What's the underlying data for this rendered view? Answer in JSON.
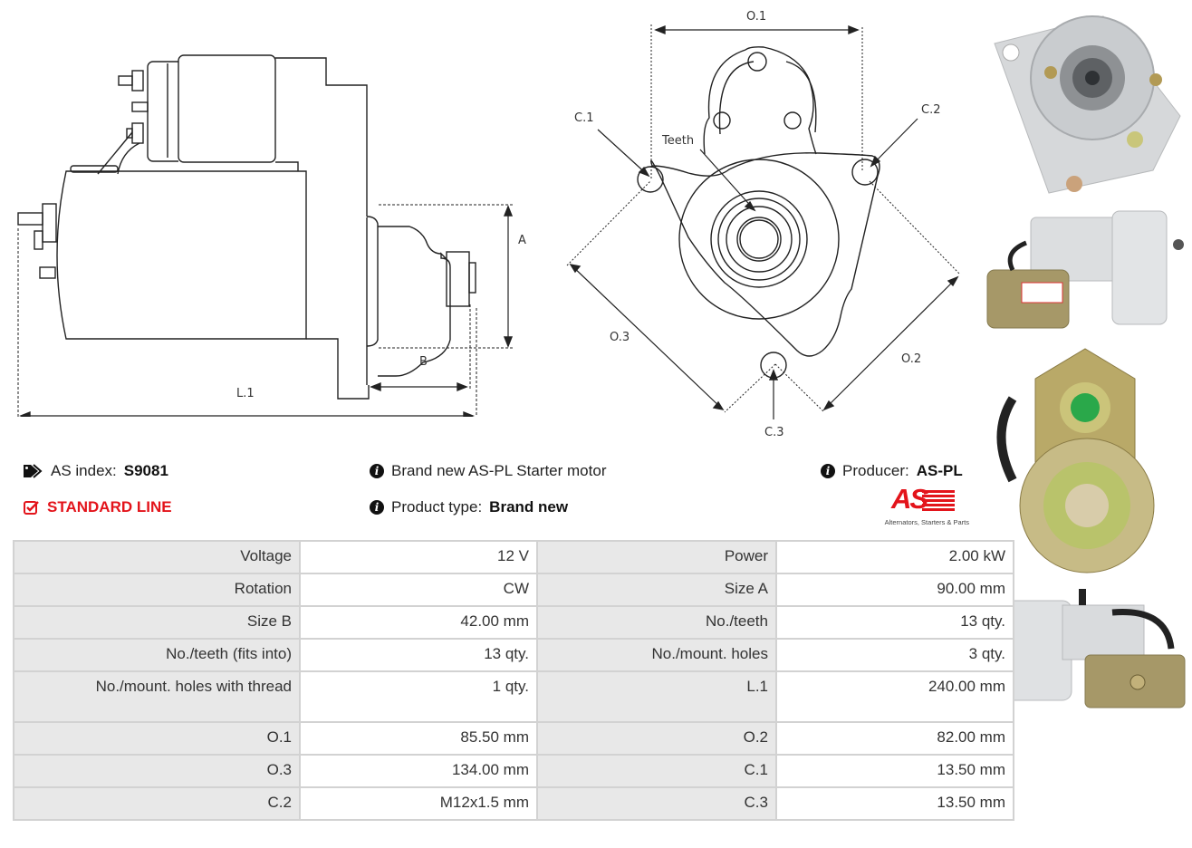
{
  "side_drawing": {
    "labels": {
      "a": "A",
      "b": "B",
      "l1": "L.1"
    }
  },
  "front_drawing": {
    "labels": {
      "o1": "O.1",
      "o2": "O.2",
      "o3": "O.3",
      "c1": "C.1",
      "c2": "C.2",
      "c3": "C.3",
      "teeth": "Teeth"
    }
  },
  "info": {
    "as_index_label": "AS index:",
    "as_index_value": "S9081",
    "line_badge": "STANDARD LINE",
    "description": "Brand new AS-PL Starter motor",
    "product_type_label": "Product type:",
    "product_type_value": "Brand new",
    "producer_label": "Producer:",
    "producer_value": "AS-PL",
    "logo_text": "AS",
    "logo_tagline": "Alternators, Starters & Parts"
  },
  "colors": {
    "accent": "#e3141b",
    "label_bg": "#e8e8e8",
    "border": "#d2d2d2"
  },
  "specs": [
    [
      {
        "label": "Voltage",
        "value": "12 V"
      },
      {
        "label": "Power",
        "value": "2.00 kW"
      }
    ],
    [
      {
        "label": "Rotation",
        "value": "CW"
      },
      {
        "label": "Size A",
        "value": "90.00 mm"
      }
    ],
    [
      {
        "label": "Size B",
        "value": "42.00 mm"
      },
      {
        "label": "No./teeth",
        "value": "13 qty."
      }
    ],
    [
      {
        "label": "No./teeth (fits into)",
        "value": "13 qty."
      },
      {
        "label": "No./mount. holes",
        "value": "3 qty."
      }
    ],
    [
      {
        "label": "No./mount. holes with thread",
        "value": "1 qty."
      },
      {
        "label": "L.1",
        "value": "240.00 mm"
      }
    ],
    [
      {
        "label": "O.1",
        "value": "85.50 mm"
      },
      {
        "label": "O.2",
        "value": "82.00 mm"
      }
    ],
    [
      {
        "label": "O.3",
        "value": "134.00 mm"
      },
      {
        "label": "C.1",
        "value": "13.50 mm"
      }
    ],
    [
      {
        "label": "C.2",
        "value": "M12x1.5 mm"
      },
      {
        "label": "C.3",
        "value": "13.50 mm"
      }
    ]
  ],
  "photos": [
    {
      "name": "front view photo"
    },
    {
      "name": "side view photo"
    },
    {
      "name": "rear view photo"
    },
    {
      "name": "opposite side view photo"
    }
  ]
}
